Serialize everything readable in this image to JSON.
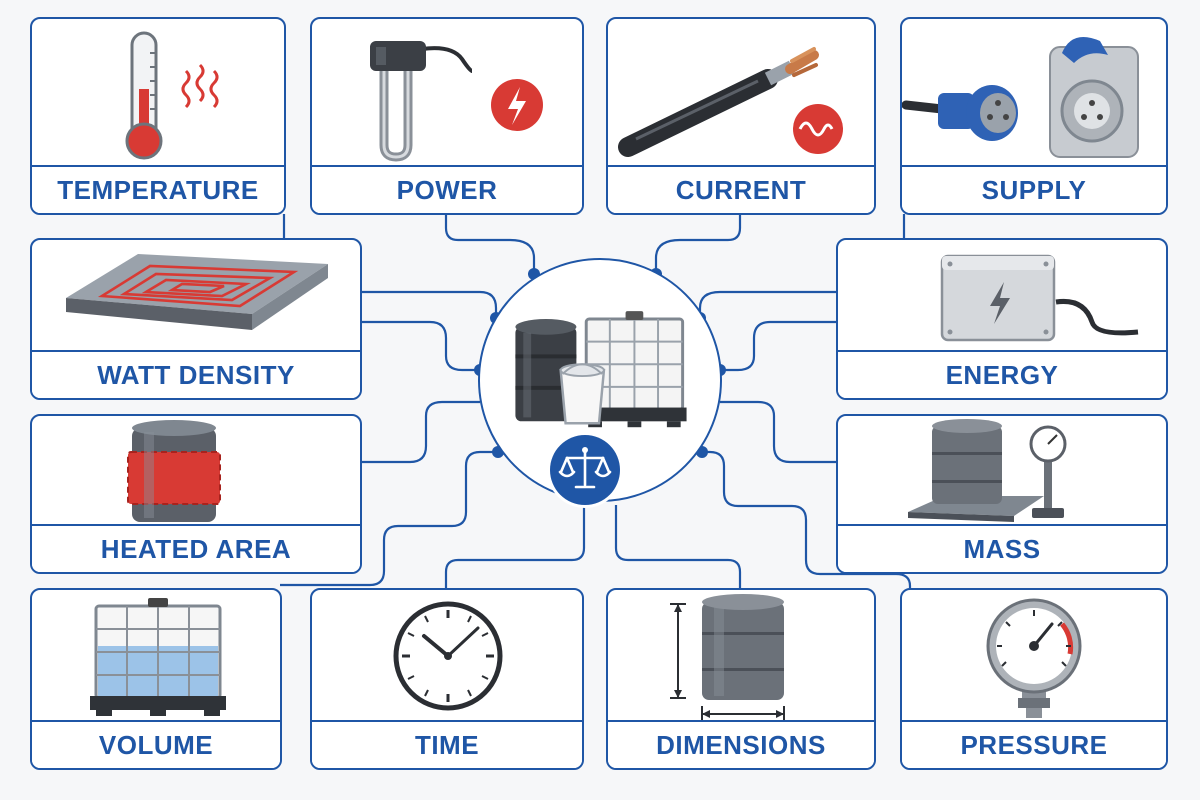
{
  "diagram": {
    "cards": [
      {
        "id": "temperature",
        "label": "TEMPERATURE",
        "icon": "thermometer-icon"
      },
      {
        "id": "power",
        "label": "POWER",
        "icon": "immersion-heater-icon"
      },
      {
        "id": "current",
        "label": "CURRENT",
        "icon": "cable-icon"
      },
      {
        "id": "supply",
        "label": "SUPPLY",
        "icon": "industrial-plug-socket-icon"
      },
      {
        "id": "watt-density",
        "label": "WATT DENSITY",
        "icon": "heating-pad-icon"
      },
      {
        "id": "energy",
        "label": "ENERGY",
        "icon": "junction-box-icon"
      },
      {
        "id": "heated-area",
        "label": "HEATED AREA",
        "icon": "heated-drum-icon"
      },
      {
        "id": "mass",
        "label": "MASS",
        "icon": "drum-on-scale-icon"
      },
      {
        "id": "volume",
        "label": "VOLUME",
        "icon": "ibc-tote-icon"
      },
      {
        "id": "time",
        "label": "TIME",
        "icon": "clock-icon"
      },
      {
        "id": "dimensions",
        "label": "DIMENSIONS",
        "icon": "drum-dimensions-icon"
      },
      {
        "id": "pressure",
        "label": "PRESSURE",
        "icon": "pressure-gauge-icon"
      }
    ],
    "hub": {
      "icon": "containers-icon",
      "badge_icon": "balance-scale-icon"
    },
    "colors": {
      "accent": "#1f56a6",
      "alert": "#d83a34",
      "fluid": "#9cc3e8"
    }
  }
}
